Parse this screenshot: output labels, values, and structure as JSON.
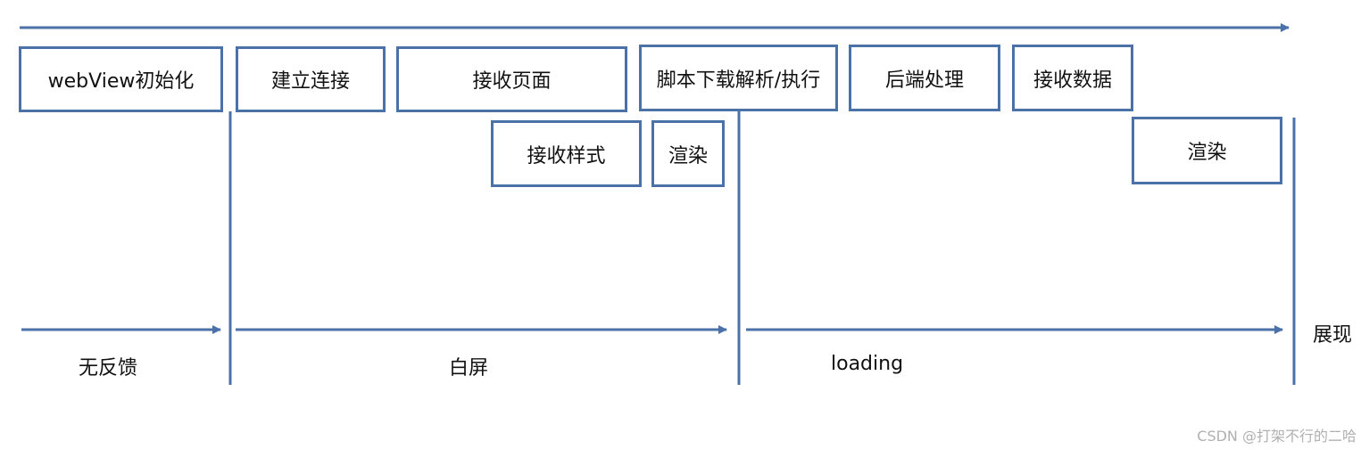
{
  "boxes": {
    "webview_init": "webView初始化",
    "connect": "建立连接",
    "receive_page": "接收页面",
    "script": "脚本下载解析/执行",
    "backend": "后端处理",
    "receive_data": "接收数据",
    "receive_style": "接收样式",
    "render_1": "渲染",
    "render_2": "渲染"
  },
  "phases": {
    "no_feedback": "无反馈",
    "white_screen": "白屏",
    "loading": "loading",
    "show": "展现"
  },
  "watermark": "CSDN @打架不行的二哈",
  "colors": {
    "stroke": "#4a72a8",
    "text": "#111111",
    "watermark": "#b0b0b0"
  }
}
